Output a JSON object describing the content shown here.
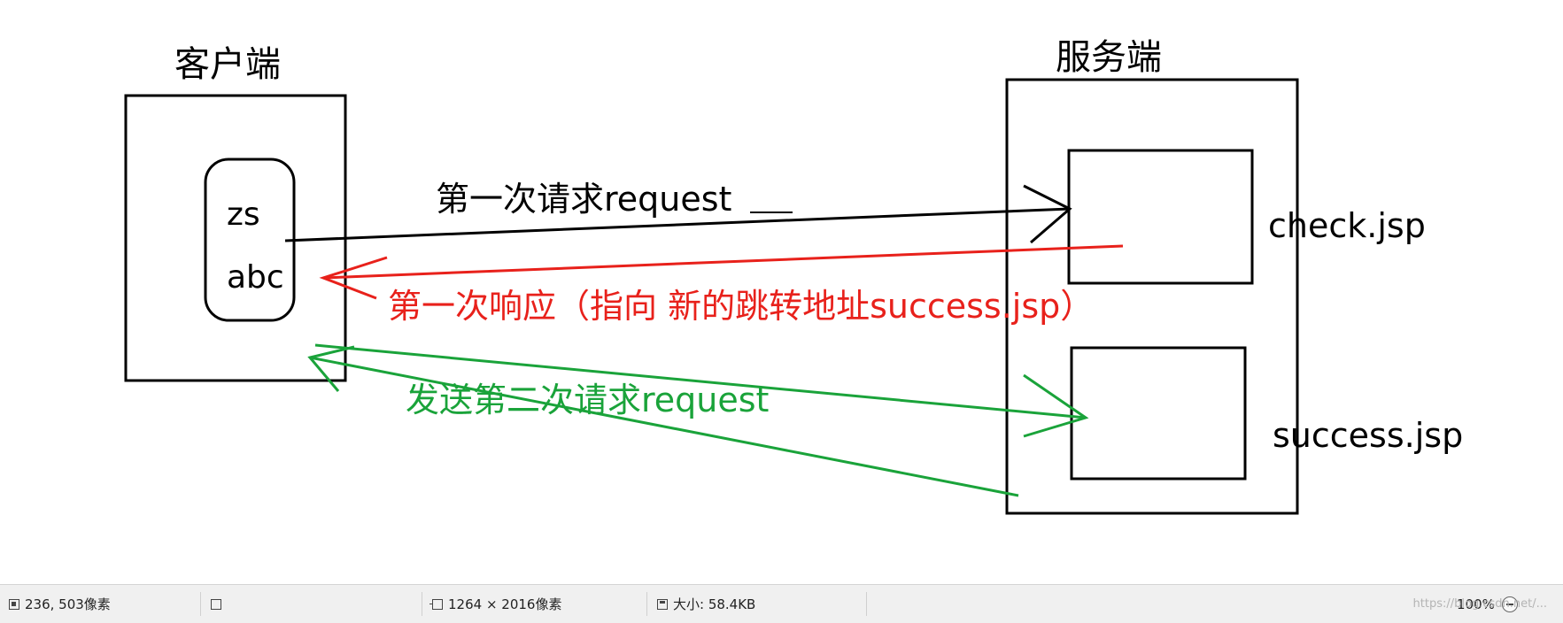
{
  "diagram": {
    "client_title": "客户端",
    "server_title": "服务端",
    "client_fields": {
      "username": "zs",
      "password": "abc"
    },
    "server_pages": {
      "check": "check.jsp",
      "success": "success.jsp"
    },
    "arrows": {
      "first_request": "第一次请求request",
      "first_response": "第一次响应（指向 新的跳转地址success.jsp）",
      "second_request": "发送第二次请求request"
    },
    "colors": {
      "first_request": "#000000",
      "first_response": "#e8211b",
      "second_request": "#1aa33a"
    }
  },
  "statusbar": {
    "cursor_position": "236, 503像素",
    "image_dimensions": "1264 × 2016像素",
    "file_size": "大小: 58.4KB",
    "zoom": "100%",
    "watermark": "https://blog.csdn.net/..."
  }
}
